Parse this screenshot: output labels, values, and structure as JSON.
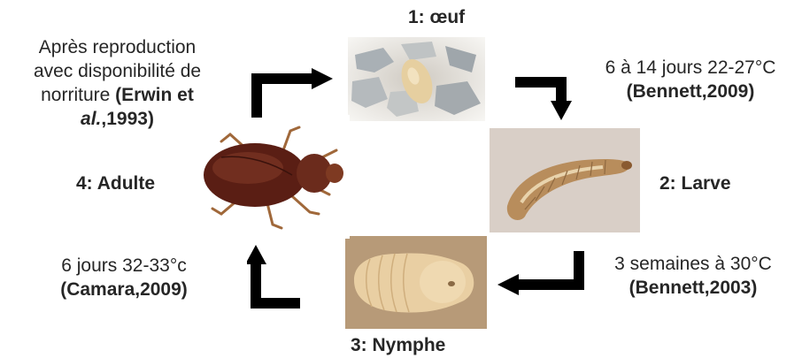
{
  "stages": {
    "egg": {
      "label": "1: œuf"
    },
    "larva": {
      "label": "2: Larve"
    },
    "nymph": {
      "label": "3: Nymphe"
    },
    "adult": {
      "label": "4: Adulte"
    }
  },
  "notes": {
    "egg_to_larva": {
      "text": "6 à 14 jours 22-27°C",
      "ref": "(Bennett,2009)"
    },
    "larva_to_nymph": {
      "text": "3 semaines à 30°C",
      "ref": "(Bennett,2003)"
    },
    "nymph_to_adult": {
      "text": "6 jours 32-33°c",
      "ref": "(Camara,2009)"
    },
    "adult_to_egg": {
      "line1": "Après reproduction",
      "line2": "avec disponibilité de",
      "line3": "norriture",
      "ref_a": "(Erwin et",
      "ref_b_italic": "al.",
      "ref_b_rest": ",1993)"
    }
  },
  "colors": {
    "text": "#262626",
    "arrow": "#000000"
  }
}
